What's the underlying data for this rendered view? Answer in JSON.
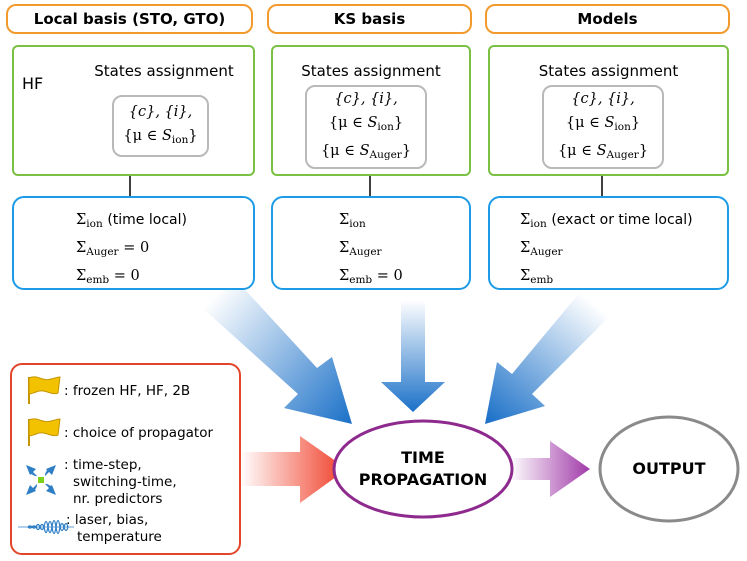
{
  "headers": {
    "local": "Local basis (STO, GTO)",
    "ks": "KS basis",
    "models": "Models"
  },
  "hf_label": "HF",
  "states_assignment": "States assignment",
  "math": {
    "sigma": "Σ",
    "sub_ion": "ion",
    "sub_auger": "Auger",
    "sub_emb": "emb",
    "eq_zero": "= 0",
    "time_local": "(time local)",
    "exact_or_time_local": "(exact or time local)",
    "set_c": "{c},",
    "set_i": "{i},",
    "mu_in": "{μ ∈",
    "set_S": "S",
    "close_brace": "}"
  },
  "legend": {
    "frozen": ": frozen HF, HF, 2B",
    "choice": ": choice of propagator",
    "timestep_1": ": time-step,",
    "timestep_2": "switching-time,",
    "timestep_3": "nr. predictors",
    "laser_1": ": laser, bias,",
    "laser_2": "temperature"
  },
  "time_propagation_1": "TIME",
  "time_propagation_2": "PROPAGATION",
  "output": "OUTPUT",
  "colors": {
    "header_border": "#f39a2d",
    "green_border": "#7ac143",
    "blue_border": "#1d9be6",
    "red_border": "#e2452a",
    "ellipse_tp": "#8e2a8e",
    "ellipse_out": "#8a8a8a",
    "flag": "#f2c200"
  }
}
